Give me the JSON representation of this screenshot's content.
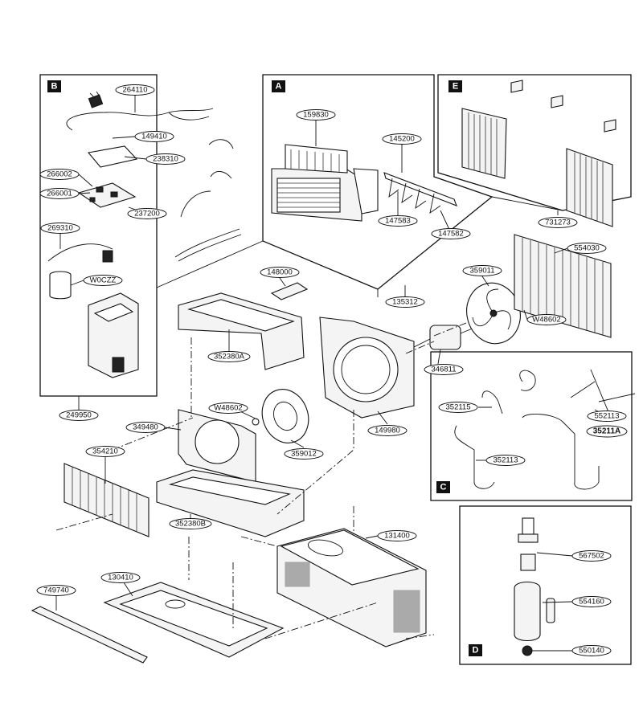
{
  "sections": {
    "A": "A",
    "B": "B",
    "C": "C",
    "D": "D",
    "E": "E"
  },
  "labels": {
    "p264110": "264110",
    "p149410": "149410",
    "p238310": "238310",
    "p266002": "266002",
    "p266001": "266001",
    "p237200": "237200",
    "p269310": "269310",
    "pW0CZZ": "W0CZZ",
    "p249950": "249950",
    "p159830": "159830",
    "p145200": "145200",
    "p147583": "147583",
    "p147582": "147582",
    "p135312": "135312",
    "p731273": "731273",
    "p554030": "554030",
    "p148000": "148000",
    "p359011": "359011",
    "pW48602a": "W48602",
    "p352380A": "352380A",
    "p346811": "346811",
    "p149980": "149980",
    "pW48602b": "W48602",
    "p349480": "349480",
    "p359012": "359012",
    "p354210": "354210",
    "p352380B": "352380B",
    "p352115": "352115",
    "p552113": "552113",
    "p35211A": "35211A",
    "p352113": "352113",
    "p131400": "131400",
    "p130410": "130410",
    "p749740": "749740",
    "p567502": "567502",
    "p554160": "554160",
    "p550140": "550140"
  }
}
